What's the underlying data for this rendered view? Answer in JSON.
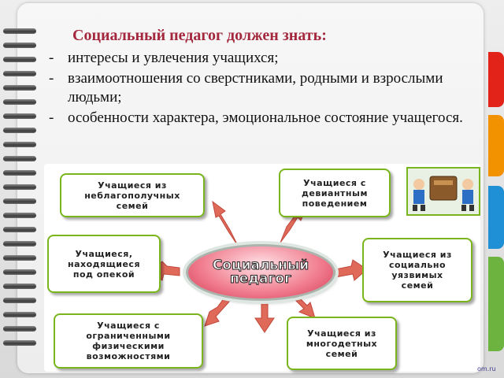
{
  "title": "Социальный педагог должен знать:",
  "bullets": [
    "интересы и увлечения учащихся;",
    "взаимоотношения со сверстниками, родными и взрослыми людьми;",
    "особенности характера, эмоциональное состояние учащегося."
  ],
  "diagram": {
    "center": "Социальный\nпедагог",
    "boxes": [
      "Учащиеся из\nнеблагополучных\nсемей",
      "Учащиеся с\nдевиантным\nповедением",
      "Учащиеся,\nнаходящиеся\nпод опекой",
      "Учащиеся из\nсоциально\nуязвимых\nсемей",
      "Учащиеся с\nограниченными\nфизическими\nвозможностями",
      "Учащиеся из\nмногодетных\nсемей"
    ]
  },
  "watermark": "om.ru",
  "colors": {
    "title": "#a4283d",
    "box_border": "#7ab51d",
    "arrow": "#e06a5a",
    "center": "#f07a8c"
  }
}
